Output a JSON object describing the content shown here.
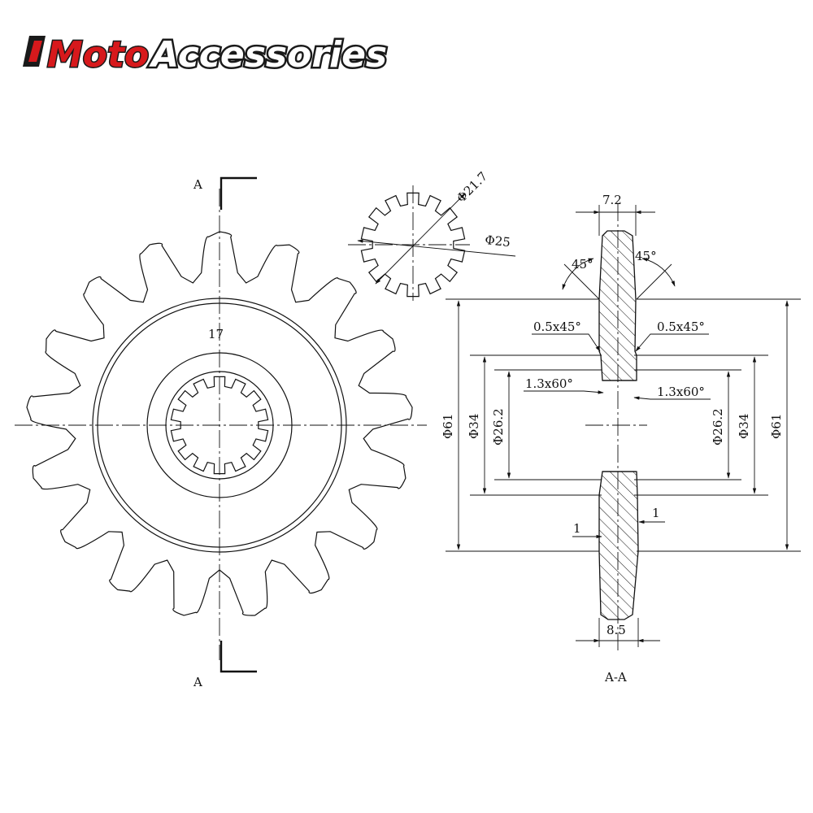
{
  "brand": {
    "part1": "Moto",
    "part2": "Accessories",
    "color_red": "#d7191c",
    "color_dark": "#1a1a1a"
  },
  "front_view": {
    "teeth_count": 17,
    "tooth_label": "17",
    "section_label_top": "A",
    "section_label_bottom": "A"
  },
  "spline_detail": {
    "splines": 14,
    "inner_dia_label": "Φ21.7",
    "outer_dia_label": "Φ25"
  },
  "section_view": {
    "label": "A-A",
    "top_width_label": "7.2",
    "bottom_width_label": "8.5",
    "angle_left_label": "45°",
    "angle_right_label": "45°",
    "chamfer_left_label": "0.5x45°",
    "chamfer_right_label": "0.5x45°",
    "spline_chamfer_left_label": "1.3x60°",
    "spline_chamfer_right_label": "1.3x60°",
    "offset_left_label": "1",
    "offset_right_label": "1",
    "dia_outer_label": "Φ61",
    "dia_hub_label": "Φ34",
    "dia_bore_label": "Φ26.2"
  }
}
